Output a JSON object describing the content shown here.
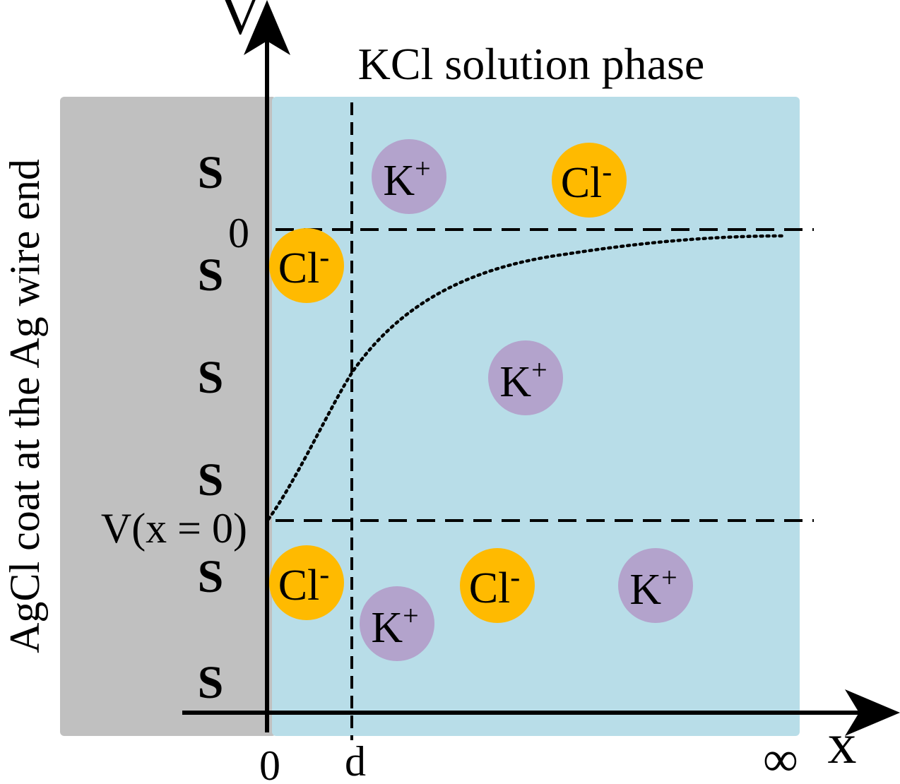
{
  "labels": {
    "y_axis": "V",
    "x_axis": "x",
    "solution_title": "KCl solution phase",
    "coat_label": "AgCl coat at the Ag wire end",
    "zero_level": "0",
    "surface_potential": "V(x = 0)",
    "x_origin": "0",
    "x_d": "d",
    "x_infinity": "∞"
  },
  "surface_sites": [
    "S",
    "S",
    "S",
    "S",
    "S",
    "S"
  ],
  "ions": {
    "cation_symbol": "K",
    "cation_charge": "+",
    "anion_symbol": "Cl",
    "anion_charge": "-",
    "cations": [
      {
        "id": "k1"
      },
      {
        "id": "k2"
      },
      {
        "id": "k3"
      },
      {
        "id": "k4"
      }
    ],
    "anions": [
      {
        "id": "cl1"
      },
      {
        "id": "cl2"
      },
      {
        "id": "cl3"
      },
      {
        "id": "cl4"
      }
    ]
  },
  "colors": {
    "coat_fill": "#c0c0c0",
    "solution_fill": "#b8dde8",
    "cation_fill": "#b3a3cc",
    "anion_fill": "#ffba00",
    "stroke": "#000000"
  }
}
